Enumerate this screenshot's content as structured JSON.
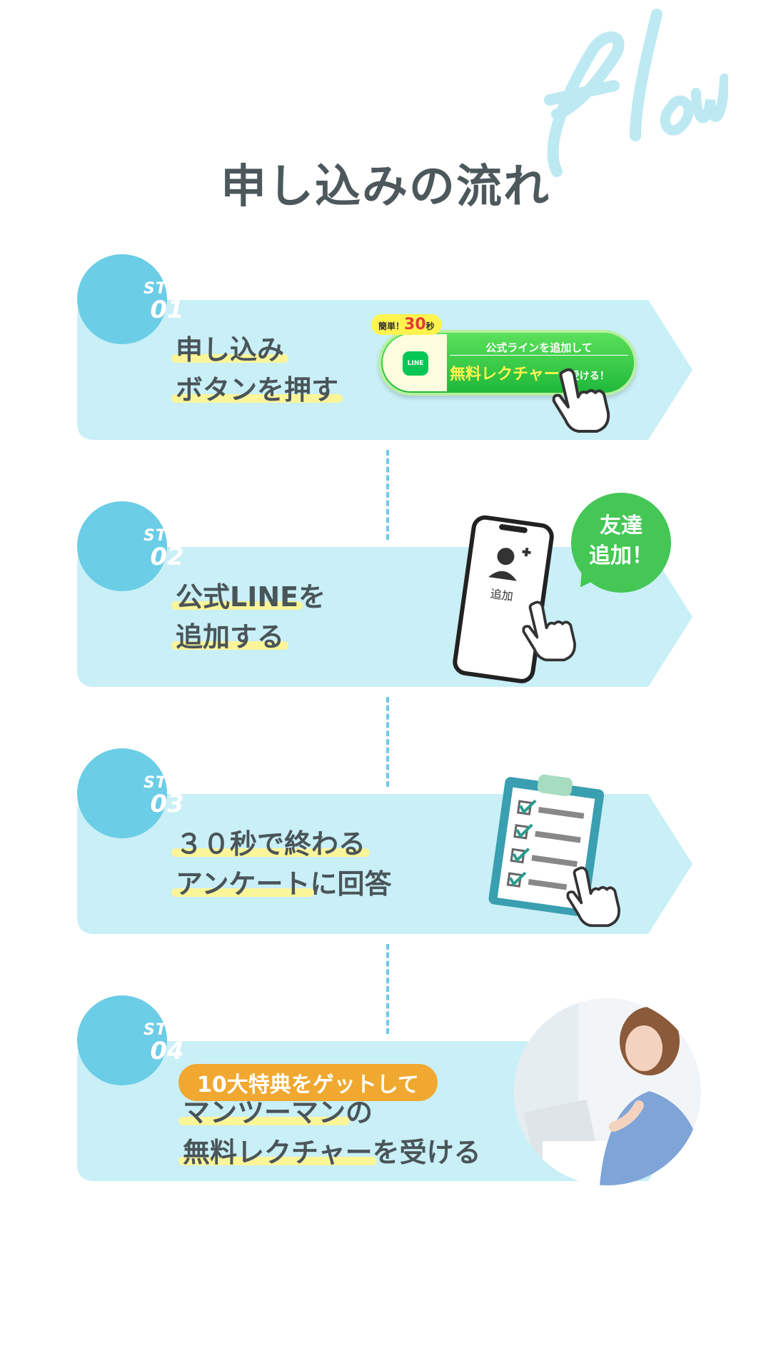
{
  "decor_word": "flow",
  "title": "申し込みの流れ",
  "colors": {
    "card": "#c9eff7",
    "circle": "#6bcde6",
    "highlight": "#fbf59a",
    "line_green": "#22c13c",
    "tag": "#f0a830"
  },
  "steps": [
    {
      "label": "STEP",
      "num": "01",
      "lines": [
        "申し込み",
        "ボタンを押す"
      ]
    },
    {
      "label": "STEP",
      "num": "02",
      "lines": [
        "公式LINEを",
        "追加する"
      ]
    },
    {
      "label": "STEP",
      "num": "03",
      "lines": [
        "３０秒で終わる",
        "アンケートに回答"
      ]
    },
    {
      "label": "STEP",
      "num": "04",
      "tag": "10大特典をゲットして",
      "lines": [
        "マンツーマンの",
        "無料レクチャーを受ける"
      ]
    }
  ],
  "step1_text": {
    "l1a": "申し込み",
    "l2a": "ボタンを押す"
  },
  "step2_text": {
    "l1a": "公式LINE",
    "l1b": "を",
    "l2a": "追加する"
  },
  "step3_text": {
    "l1a": "３０秒で終わる",
    "l2a": "アンケート",
    "l2b": "に回答"
  },
  "step4_text": {
    "l1a": "マンツーマン",
    "l1b": "の",
    "l2a": "無料レクチャー",
    "l2b": "を受ける"
  },
  "line_button": {
    "badge_prefix": "簡単！",
    "badge_num": "30",
    "badge_suffix": "秒",
    "logo": "LINE",
    "line1": "公式ラインを追加して",
    "line2_big": "無料レクチャー",
    "line2_small": "を受ける！"
  },
  "phone": {
    "label": "追加"
  },
  "bubble": {
    "line1": "友達",
    "line2": "追加！"
  }
}
